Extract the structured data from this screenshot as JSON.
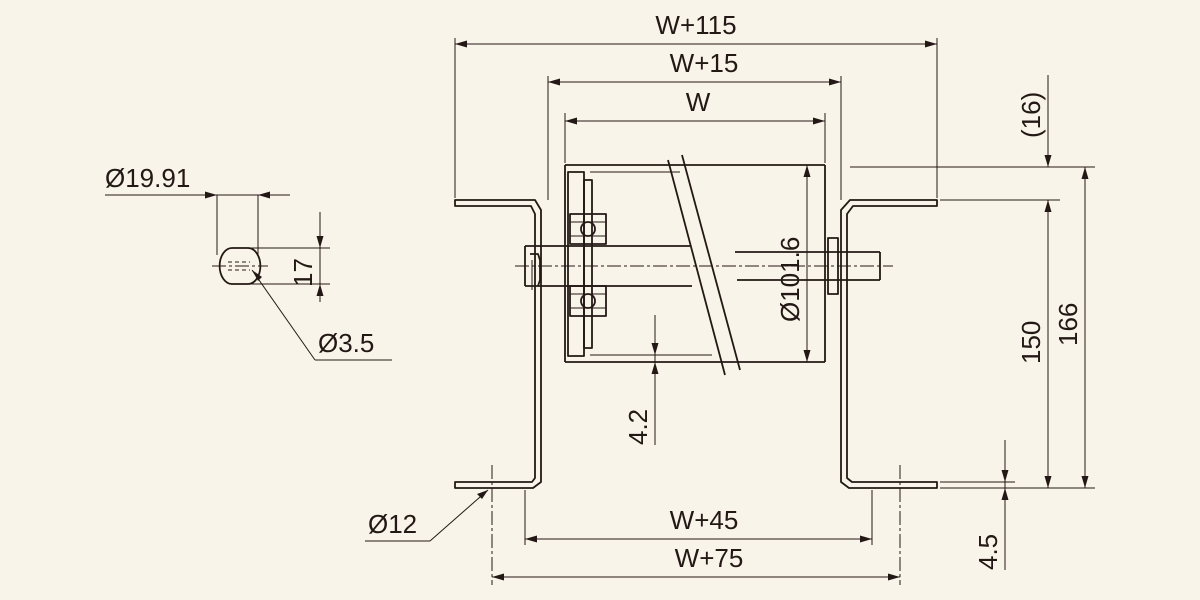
{
  "background_color": "#f8f4e9",
  "line_color": "#231815",
  "dimensions": {
    "overall_outer": "W+115",
    "frame_outer": "W+15",
    "roller_width": "W",
    "bottom_inner": "W+45",
    "bottom_outer": "W+75",
    "top_offset": "(16)",
    "frame_height": "150",
    "overall_height": "166",
    "roller_diameter": "Ø101.6",
    "tube_thickness": "4.2",
    "bottom_thickness": "4.5",
    "mount_hole": "Ø12"
  },
  "shaft_detail": {
    "shaft_diameter": "Ø19.91",
    "flat_width": "17",
    "pin_hole": "Ø3.5"
  }
}
